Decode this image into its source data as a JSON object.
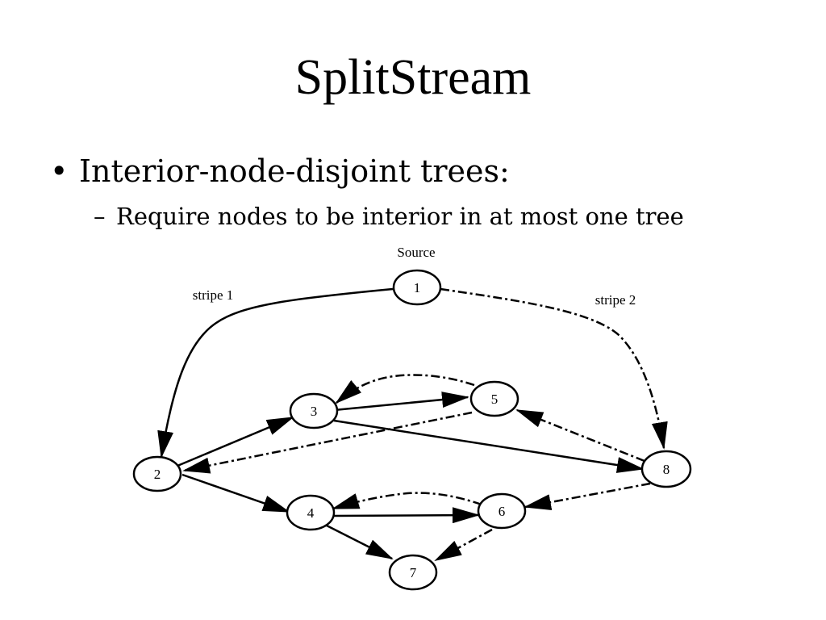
{
  "slide": {
    "title": "SplitStream",
    "bullet": "Interior-node-disjoint trees:",
    "bullet_symbol": "•",
    "sub_bullet": "Require nodes to be interior in at most one tree",
    "sub_bullet_symbol": "–"
  },
  "diagram": {
    "source_label": "Source",
    "stripe_labels": [
      "stripe 1",
      "stripe 2"
    ],
    "nodes": [
      "1",
      "2",
      "3",
      "4",
      "5",
      "6",
      "7",
      "8"
    ],
    "edges": [
      {
        "from": "1",
        "to": "2",
        "stripe": "stripe 1"
      },
      {
        "from": "2",
        "to": "3",
        "stripe": "stripe 1"
      },
      {
        "from": "2",
        "to": "4",
        "stripe": "stripe 1"
      },
      {
        "from": "3",
        "to": "5",
        "stripe": "stripe 1"
      },
      {
        "from": "3",
        "to": "8",
        "stripe": "stripe 1"
      },
      {
        "from": "4",
        "to": "6",
        "stripe": "stripe 1"
      },
      {
        "from": "4",
        "to": "7",
        "stripe": "stripe 1"
      },
      {
        "from": "1",
        "to": "8",
        "stripe": "stripe 2"
      },
      {
        "from": "8",
        "to": "5",
        "stripe": "stripe 2"
      },
      {
        "from": "8",
        "to": "6",
        "stripe": "stripe 2"
      },
      {
        "from": "5",
        "to": "3",
        "stripe": "stripe 2"
      },
      {
        "from": "5",
        "to": "2",
        "stripe": "stripe 2"
      },
      {
        "from": "6",
        "to": "4",
        "stripe": "stripe 2"
      },
      {
        "from": "6",
        "to": "7",
        "stripe": "stripe 2"
      }
    ]
  }
}
